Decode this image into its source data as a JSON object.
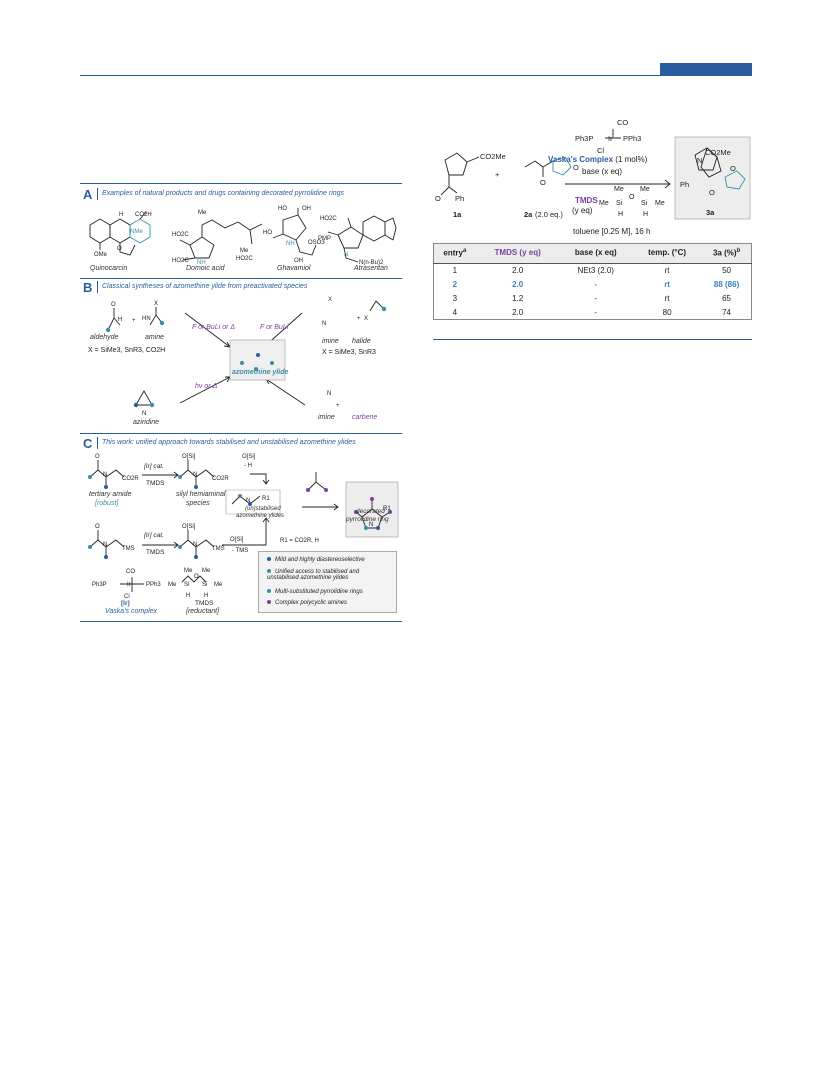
{
  "colors": {
    "accent": "#2a5d9e",
    "teal": "#3a8fa8",
    "purple": "#7b3fa0",
    "highlight": "#3a7fc1"
  },
  "panelA": {
    "label": "A",
    "title": "Examples of natural products and drugs containing decorated pyrrolidine rings",
    "names": [
      "Quinocarcin",
      "Domoic acid",
      "Ghavamiol",
      "Atrasentan"
    ],
    "atoms": {
      "co2h": "CO2H",
      "nme": "NMe",
      "ome": "OMe",
      "o": "O",
      "h": "H",
      "me": "Me",
      "ho2c": "HO2C",
      "nh": "NH",
      "oh": "OH",
      "ho": "HO",
      "oso3": "OSO3",
      "pmp": "PMP",
      "n": "N",
      "nbu": "N(n-Bu)2"
    }
  },
  "panelB": {
    "label": "B",
    "title": "Classical syntheses of azomethine ylide from preactivated species",
    "aldehyde": "aldehyde",
    "amine": "amine",
    "x_def1": "X = SiMe3, SnR3, CO2H",
    "imine": "imine",
    "halide": "halide",
    "x_def2": "X = SiMe3, SnR3",
    "cond1": "F or BuLi or Δ",
    "cond2": "F or BuLi",
    "cond3": "hν or Δ",
    "ylide": "azomethine ylide",
    "aziridine": "aziridine",
    "imine2": "imine",
    "carbene": "carbene",
    "plus": "+",
    "x": "X",
    "o": "O",
    "h": "H",
    "n": "N",
    "hn": "HN"
  },
  "panelC": {
    "label": "C",
    "title": "This work: unified approach towards stabilised and unstabilised azomethine ylides",
    "tertiary": "tertiary amide",
    "robust": "[robust]",
    "hemiaminal": "silyl hemiaminal",
    "species": "species",
    "cat": "[Ir] cat.",
    "tmds": "TMDS",
    "osi": "O[Si]",
    "minus_h": "- H",
    "unstab": "(un)stabilised",
    "ylides": "azomethine ylides",
    "decorated": "decorated",
    "pyr": "pyrrolidine ring",
    "r1": "R1 = CO2R, H",
    "minus_tms": "- TMS",
    "co2r": "CO2R",
    "tms": "TMS",
    "r1s": "R1",
    "vaska_co": "CO",
    "vaska_pph3": "PPh3",
    "vaska_ph3p": "Ph3P",
    "vaska_ir": "Ir",
    "vaska_cl": "Cl",
    "ir_label": "[Ir]",
    "vaska_name": "Vaska's complex",
    "tmds_label": "TMDS",
    "reductant": "[reductant]",
    "me": "Me",
    "si": "Si",
    "h": "H",
    "o": "O",
    "n": "N",
    "legend": [
      "Mild and highly diastereoselective",
      "Unified access to stabilised and unstabilised azomethine ylides",
      "Multi-substituted pyrrolidine rings",
      "Complex polycyclic amines"
    ]
  },
  "scheme": {
    "co2me": "CO2Me",
    "ph": "Ph",
    "o": "O",
    "n": "N",
    "label_1a": "1a",
    "label_2a": "2a",
    "eq_2a": "(2.0 eq.)",
    "plus": "+",
    "co": "CO",
    "ph3p": "Ph3P",
    "ir": "Ir",
    "pph3": "PPh3",
    "cl": "Cl",
    "vaska": "Vaska's Complex",
    "vaska_load": "(1 mol%)",
    "base": "base (x eq)",
    "tmds": "TMDS",
    "yeq": "(y eq)",
    "me": "Me",
    "si": "Si",
    "h": "H",
    "solvent": "toluene [0.25 M], 16 h",
    "label_3a": "3a"
  },
  "table": {
    "headers": [
      "entry",
      "TMDS (y eq)",
      "base (x eq)",
      "temp. (°C)",
      "3a (%)"
    ],
    "sup_a": "a",
    "sup_b": "b",
    "rows": [
      [
        "1",
        "2.0",
        "NEt3 (2.0)",
        "rt",
        "50"
      ],
      [
        "2",
        "2.0",
        "-",
        "rt",
        "88 (86)"
      ],
      [
        "3",
        "1.2",
        "-",
        "rt",
        "65"
      ],
      [
        "4",
        "2.0",
        "-",
        "80",
        "74"
      ]
    ]
  }
}
